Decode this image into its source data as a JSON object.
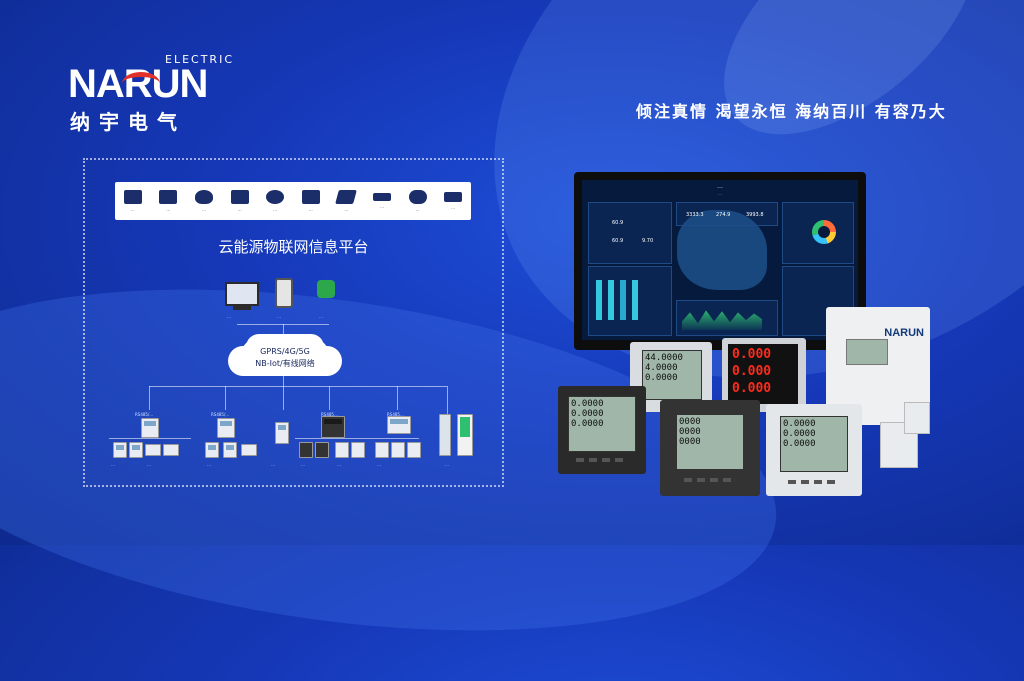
{
  "brand": {
    "electric": "ELECTRIC",
    "wordmark": "NARUN",
    "name_cn": "纳宇电气"
  },
  "slogan": "倾注真情 渴望永恒 海纳百川 有容乃大",
  "platform": {
    "title": "云能源物联网信息平台",
    "icons": [
      {
        "icon": "envelope-icon",
        "label": "…"
      },
      {
        "icon": "printer-icon",
        "label": "…"
      },
      {
        "icon": "shield-icon",
        "label": "…"
      },
      {
        "icon": "monitor-icon",
        "label": "…"
      },
      {
        "icon": "people-icon",
        "label": "…"
      },
      {
        "icon": "presentation-icon",
        "label": "…"
      },
      {
        "icon": "pen-icon",
        "label": "…"
      },
      {
        "icon": "key-icon",
        "label": "…"
      },
      {
        "icon": "cloud-icon",
        "label": "…"
      },
      {
        "icon": "scale-icon",
        "label": "…"
      }
    ],
    "clients": [
      "…",
      "…",
      "…"
    ],
    "network": {
      "line1": "GPRS/4G/5G",
      "line2": "NB-Iot/有线网络"
    },
    "gateways": [
      "RS485/…",
      "RS485/…",
      "RS485…",
      "RS485…"
    ],
    "meter_labels": [
      "…",
      "…",
      "…",
      "…",
      "…",
      "…",
      "…",
      "…"
    ]
  },
  "dashboard": {
    "title": "…",
    "subtitle": "…",
    "kpis": [
      "3333.3",
      "274.9",
      "3993.8",
      "60.9",
      "60.9",
      "9.70"
    ]
  },
  "products": {
    "lcd_a": [
      "44.0000",
      "4.0000",
      "0.0000"
    ],
    "led_b": [
      "0.000",
      "0.000",
      "0.000"
    ],
    "lcd_c": [
      "0.0000",
      "0.0000",
      "0.0000"
    ],
    "lcd_d": [
      "0000",
      "0000",
      "0000"
    ],
    "lcd_e": [
      "0.0000",
      "0.0000",
      "0.0000"
    ],
    "relay_logo": "NARUN"
  }
}
